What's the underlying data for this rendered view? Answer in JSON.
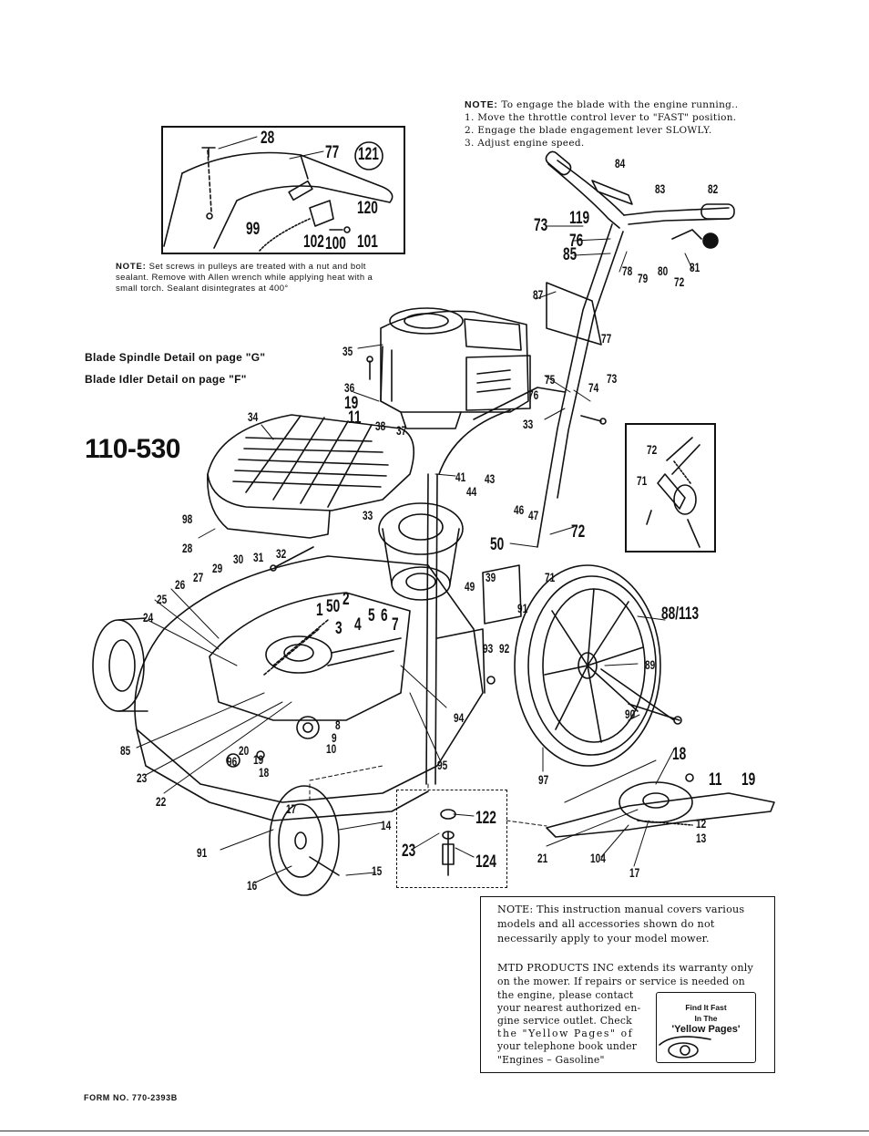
{
  "notes": {
    "engage_heading": "NOTE:",
    "engage_intro": "To engage the blade with the engine running..",
    "engage_steps": [
      "1. Move the throttle control lever to \"FAST\" position.",
      "2. Engage the blade engagement lever SLOWLY.",
      "3. Adjust engine speed."
    ],
    "setscrew_heading": "NOTE:",
    "setscrew_text": "Set screws in pulleys are treated with a nut and bolt sealant. Remove with Allen wrench while applying heat with a small torch. Sealant disintegrates at 400°"
  },
  "detail_refs": {
    "spindle": "Blade Spindle Detail on page \"G\"",
    "idler": "Blade Idler Detail on page \"F\""
  },
  "model_number": "110-530",
  "inset_top": {
    "labels": [
      "28",
      "77",
      "121",
      "120",
      "99",
      "102",
      "100",
      "101"
    ]
  },
  "inset_right": {
    "labels": [
      "72",
      "71"
    ]
  },
  "callouts": {
    "c84": "84",
    "c83": "83",
    "c82": "82",
    "c73a": "73",
    "c119": "119",
    "c76a": "76",
    "c85a": "85",
    "c78": "78",
    "c79": "79",
    "c80": "80",
    "c81": "81",
    "c72a": "72",
    "c87": "87",
    "c77": "77",
    "c35": "35",
    "c36": "36",
    "c19a": "19",
    "c11a": "11",
    "c37": "37",
    "c38": "38",
    "c34": "34",
    "c75": "75",
    "c74": "74",
    "c73b": "73",
    "c76b": "76",
    "c33a": "33",
    "c41": "41",
    "c43": "43",
    "c44": "44",
    "c98": "98",
    "c33b": "33",
    "c28": "28",
    "c46": "46",
    "c47": "47",
    "c72b": "72",
    "c50a": "50",
    "c27": "27",
    "c29": "29",
    "c30": "30",
    "c31": "31",
    "c32": "32",
    "c39": "39",
    "c71": "71",
    "c26": "26",
    "c49": "49",
    "c25": "25",
    "c1": "1",
    "c50b": "50",
    "c2": "2",
    "c91a": "91",
    "c24": "24",
    "c3": "3",
    "c4": "4",
    "c5": "5",
    "c6": "6",
    "c7": "7",
    "c88": "88/113",
    "c93": "93",
    "c92": "92",
    "c89": "89",
    "c94": "94",
    "c90": "90",
    "c85b": "85",
    "c8": "8",
    "c9": "9",
    "c10": "10",
    "c20": "20",
    "c96": "96",
    "c19b": "19",
    "c18a": "18",
    "c23a": "23",
    "c95": "95",
    "c97": "97",
    "c18b": "18",
    "c11b": "11",
    "c19c": "19",
    "c22": "22",
    "c17a": "17",
    "c122": "122",
    "c12": "12",
    "c13": "13",
    "c14": "14",
    "c91b": "91",
    "c23b": "23",
    "c124": "124",
    "c21": "21",
    "c104": "104",
    "c17b": "17",
    "c15": "15",
    "c16": "16"
  },
  "warranty": {
    "note": "NOTE: This instruction manual covers various models and all accessories shown do not necessarily apply to your model mower.",
    "line1": "MTD PRODUCTS INC extends its warranty only",
    "line2": "on the mower. If repairs or service is needed on",
    "lines_left": [
      "the engine, please contact",
      "your nearest authorized en-",
      "gine service outlet. Check",
      "the \"Yellow Pages\" of",
      "your telephone book under"
    ],
    "line_last": "\"Engines – Gasoline\""
  },
  "yellow_pages": {
    "l1": "Find It Fast",
    "l2": "In The",
    "l3": "'Yellow Pages'"
  },
  "form_number": "FORM NO. 770-2393B"
}
